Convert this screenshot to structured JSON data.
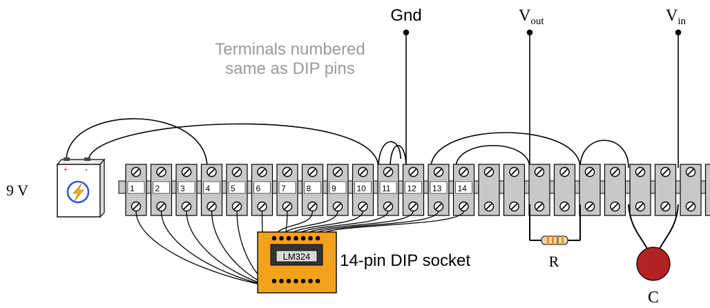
{
  "labels": {
    "gnd": "Gnd",
    "vout_main": "V",
    "vout_sub": "out",
    "vin_main": "V",
    "vin_sub": "in",
    "note_line1": "Terminals numbered",
    "note_line2": "same as DIP pins",
    "battery_voltage": "9 V",
    "battery_plus": "+",
    "battery_minus": "-",
    "chip_name": "LM324",
    "socket_label": "14-pin DIP socket",
    "resistor_label": "R",
    "capacitor_label": "C"
  },
  "terminal_numbers": [
    "1",
    "2",
    "3",
    "4",
    "5",
    "6",
    "7",
    "8",
    "9",
    "10",
    "11",
    "12",
    "13",
    "14"
  ],
  "terminal_count": 24,
  "colors": {
    "terminal_fill": "#c8c8c8",
    "socket_fill": "#f4a21c",
    "note_text": "#9a9a9a",
    "capacitor_fill": "#b22222",
    "battery_icon": "#2a5ad6",
    "battery_bolt": "#f5a623",
    "wire": "#000000"
  }
}
